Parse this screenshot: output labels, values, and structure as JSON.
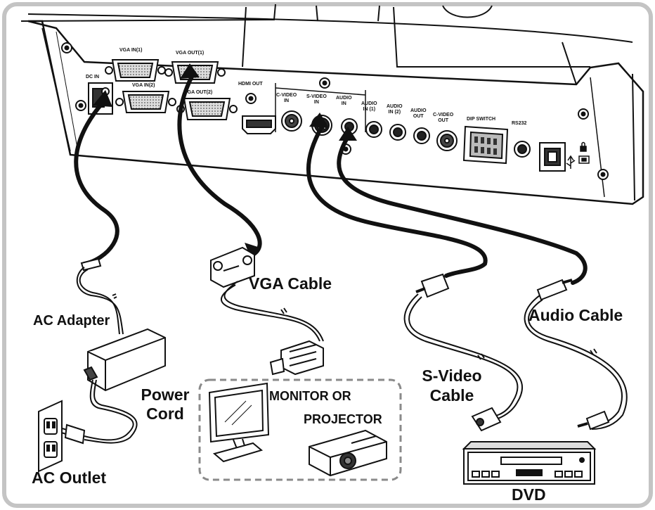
{
  "panel_ports": {
    "dc_in": "DC IN",
    "vga_in_1": "VGA IN(1)",
    "vga_in_2": "VGA IN(2)",
    "vga_out_1": "VGA OUT(1)",
    "vga_out_2": "VGA OUT(2)",
    "hdmi_out": "HDMI OUT",
    "c_video_in": [
      "C-VIDEO",
      "IN"
    ],
    "s_video_in": [
      "S-VIDEO",
      "IN"
    ],
    "audio_in": [
      "AUDIO",
      "IN"
    ],
    "audio_in_1": [
      "AUDIO",
      "IN (1)"
    ],
    "audio_in_2": [
      "AUDIO",
      "IN (2)"
    ],
    "audio_out": [
      "AUDIO",
      "OUT"
    ],
    "c_video_out": [
      "C-VIDEO",
      "OUT"
    ],
    "dip_switch": "DIP SWITCH",
    "rs232": "RS232"
  },
  "labels": {
    "ac_adapter": "AC Adapter",
    "vga_cable": "VGA Cable",
    "power_cord": [
      "Power",
      "Cord"
    ],
    "ac_outlet": "AC Outlet",
    "monitor_projector": [
      "MONITOR OR",
      "PROJECTOR"
    ],
    "s_video_cable": [
      "S-Video",
      "Cable"
    ],
    "audio_cable": "Audio Cable",
    "dvd": "DVD"
  },
  "colors": {
    "frame_border": "#c4c4c4",
    "cable": "#111111",
    "panel_fill": "#ffffff",
    "device_dark": "#2a2a2a"
  },
  "icons": [
    "usb-icon",
    "lock-icon",
    "monitor-icon",
    "projector-icon",
    "dvd-player-icon",
    "wall-outlet-icon"
  ]
}
